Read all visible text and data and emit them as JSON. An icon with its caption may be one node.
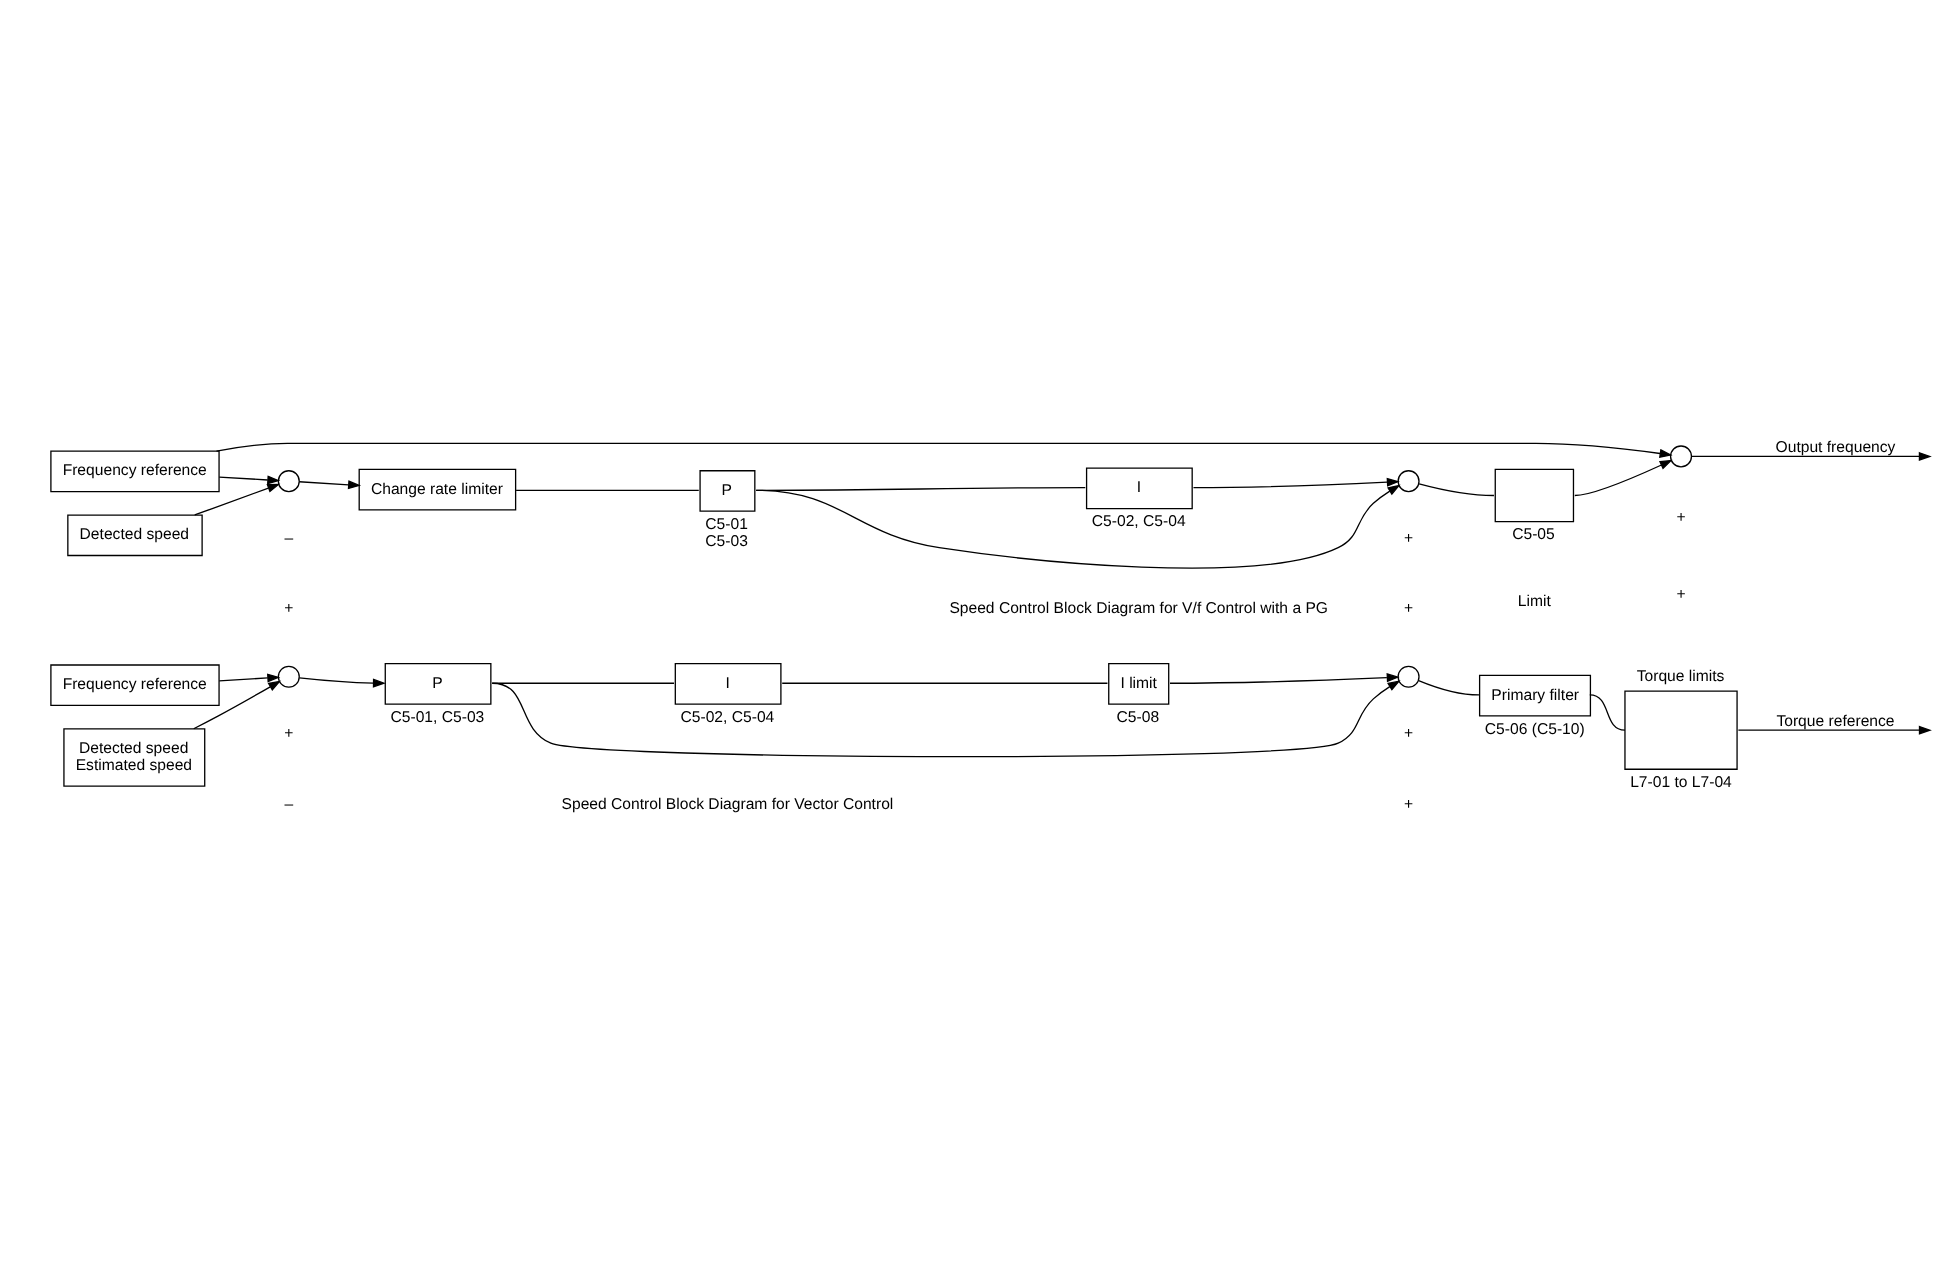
{
  "diagram": {
    "nodes": [
      {
        "text": [
          "Frequency reference"
        ]
      },
      {
        "text": [
          "Detected speed",
          "Estimated speed"
        ]
      },
      {
        "text": [],
        "shape": "circle"
      },
      {
        "text": [
          "P"
        ],
        "beside": [
          "C5-01, C5-03"
        ]
      },
      {
        "text": [],
        "shape": "circle"
      },
      {
        "text": [
          "I"
        ],
        "beside": [
          "C5-02, C5-04"
        ]
      },
      {
        "text": [
          "I limit"
        ],
        "beside": [
          "C5-08"
        ]
      },
      {
        "text": [
          "Primary filter"
        ],
        "beside": [
          "C5-06 (C5-10)"
        ]
      },
      {
        "text": [
          "Torque limits"
        ],
        "beside": [
          "L7-01 to L7-04"
        ]
      },
      {
        "text": [
          "Frequency reference"
        ]
      },
      {
        "text": [
          "Detected speed"
        ]
      },
      {
        "text": [],
        "shape": "circle"
      },
      {
        "text": [
          "Change rate limiter"
        ]
      },
      {
        "text": [
          "P"
        ],
        "beside": [
          "C5-01",
          "C5-03"
        ]
      },
      {
        "text": [],
        "shape": "circle"
      },
      {
        "text": [
          "I"
        ],
        "beside": [
          "C5-02, C5-04"
        ]
      },
      {
        "text": [],
        "shape": "box",
        "beside": [
          "C5-05"
        ]
      },
      {
        "text": [],
        "shape": "circle"
      }
    ],
    "edges": [
      {
        "from": 0,
        "to": 2,
        "arrow": "to"
      },
      {
        "from": 1,
        "to": 2,
        "arrow": "to"
      },
      {
        "from": 2,
        "to": 3,
        "arrow": "to"
      },
      {
        "from": 3,
        "to": 4,
        "arrow": "to"
      },
      {
        "from": 3,
        "to": 5,
        "arrow": "none"
      },
      {
        "from": 5,
        "to": 6,
        "arrow": "none"
      },
      {
        "from": 6,
        "to": 4,
        "arrow": "to"
      },
      {
        "from": 4,
        "to": 7,
        "arrow": "none"
      },
      {
        "from": 7,
        "to": 8,
        "arrow": "none"
      },
      {
        "from": 8,
        "to": null,
        "arrow": "to",
        "label": "Torque reference"
      },
      {
        "from": 9,
        "to": 17,
        "arrow": "to"
      },
      {
        "from": 9,
        "to": 11,
        "arrow": "to"
      },
      {
        "from": 10,
        "to": 11,
        "arrow": "to"
      },
      {
        "from": 11,
        "to": 12,
        "arrow": "to"
      },
      {
        "from": 12,
        "to": 13,
        "arrow": "none"
      },
      {
        "from": 13,
        "to": 14,
        "arrow": "to"
      },
      {
        "from": 13,
        "to": 15,
        "arrow": "none"
      },
      {
        "from": 15,
        "to": 14,
        "arrow": "to"
      },
      {
        "from": 14,
        "to": 16,
        "arrow": "none"
      },
      {
        "from": 16,
        "to": 17,
        "arrow": "to"
      },
      {
        "from": 17,
        "to": null,
        "arrow": "to",
        "label": "Output frequency"
      }
    ],
    "labels": [
      "+",
      "–",
      "+",
      "+",
      "Speed Control Block Diagram for Vector Control",
      "+",
      "+",
      "Limit",
      "–",
      "+",
      "+",
      "+",
      "Speed Control Block Diagram for V/f Control with a PG"
    ]
  }
}
